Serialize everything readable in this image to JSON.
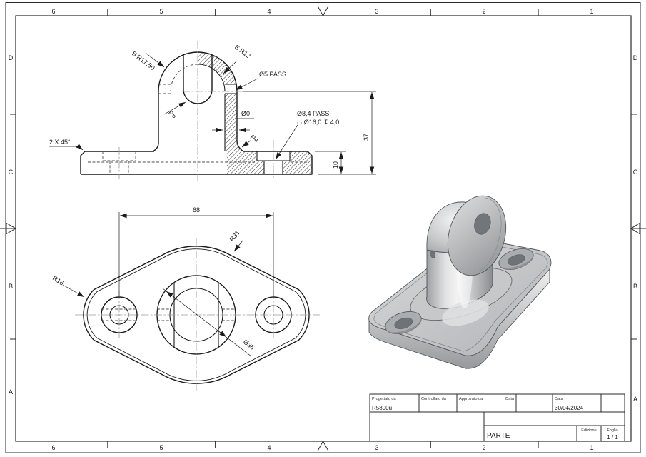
{
  "sheet": {
    "zone_columns": [
      "6",
      "5",
      "4",
      "3",
      "2",
      "1"
    ],
    "zone_rows": [
      "D",
      "C",
      "B",
      "A"
    ]
  },
  "front_view": {
    "labels": {
      "outer_radius": "S R17,50",
      "inner_radius": "S R12",
      "hole_small": "Ø5 PASS.",
      "slot_radius": "R6",
      "wall": "Ø0",
      "fillet": "R4",
      "cbore_line1": "Ø8,4 PASS.",
      "cbore_line2": "⌴ Ø16,0 ↧ 4,0",
      "chamfer": "2 X 45°",
      "height_total": "37",
      "height_base": "10"
    }
  },
  "top_view": {
    "labels": {
      "hole_distance": "68",
      "top_radius": "R31",
      "tip_radius": "R16",
      "boss_diameter": "Ø35"
    }
  },
  "title_block": {
    "designed_label": "Progettato da",
    "designed_value": "R5800u",
    "checked_label": "Controllato da",
    "approved_label": "Approvato da",
    "approved_date_label": "Data",
    "date_label": "Data",
    "date_value": "30/04/2024",
    "part_name": "PARTE",
    "edition_label": "Edizione",
    "sheet_label": "Foglio",
    "sheet_value": "1 / 1"
  },
  "colors": {
    "line": "#1a1a1a",
    "centerline": "#9a9a9a",
    "hidden": "#5a5a5a",
    "metal_light": "#e9eaeb",
    "metal_mid": "#c0c2c4",
    "metal_dark": "#8b8e91"
  }
}
